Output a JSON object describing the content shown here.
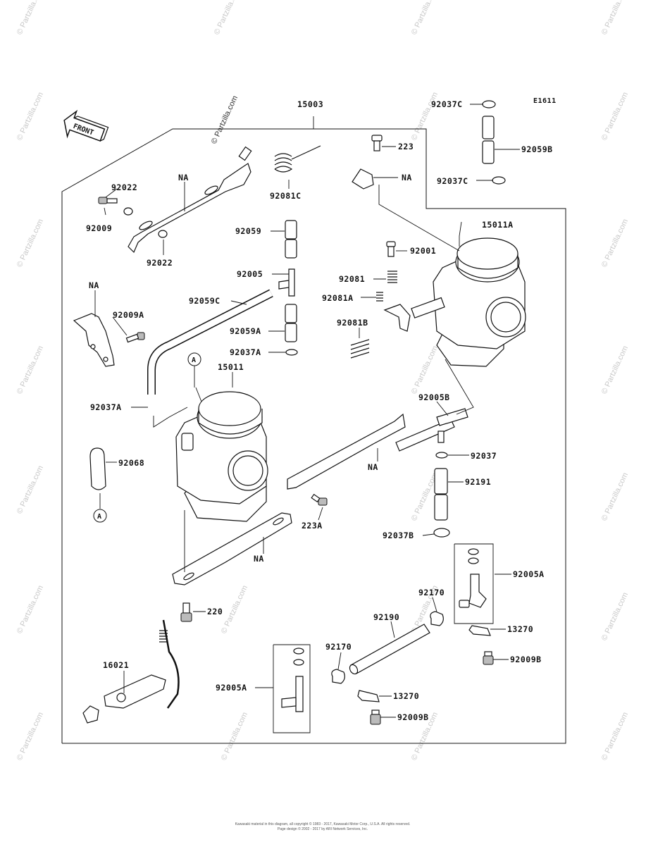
{
  "diagram": {
    "code": "E1611",
    "assembly_label": "15003",
    "front_label": "FRONT",
    "watermark_center": "© Partzilla.com",
    "watermark_side": "© Partzilla.com",
    "footer_line1": "Kawasaki material in this diagram, all copyright © 1983 - 2017, Kawasaki Motor Corp., U.S.A. All rights reserved.",
    "footer_line2": "Page design © 2002 - 2017 by ARI Network Services, Inc."
  },
  "parts": [
    {
      "id": "p-92037C-top",
      "label": "92037C"
    },
    {
      "id": "p-92059B",
      "label": "92059B"
    },
    {
      "id": "p-92037C-mid",
      "label": "92037C"
    },
    {
      "id": "p-223",
      "label": "223"
    },
    {
      "id": "p-NA-bracket-top",
      "label": "NA"
    },
    {
      "id": "p-92081C",
      "label": "92081C"
    },
    {
      "id": "p-NA-plate",
      "label": "NA"
    },
    {
      "id": "p-92022-top",
      "label": "92022"
    },
    {
      "id": "p-92009",
      "label": "92009"
    },
    {
      "id": "p-92022-bottom",
      "label": "92022"
    },
    {
      "id": "p-92059",
      "label": "92059"
    },
    {
      "id": "p-15011A",
      "label": "15011A"
    },
    {
      "id": "p-92001",
      "label": "92001"
    },
    {
      "id": "p-92005",
      "label": "92005"
    },
    {
      "id": "p-92081",
      "label": "92081"
    },
    {
      "id": "p-NA-left",
      "label": "NA"
    },
    {
      "id": "p-92059C",
      "label": "92059C"
    },
    {
      "id": "p-92081A",
      "label": "92081A"
    },
    {
      "id": "p-92009A",
      "label": "92009A"
    },
    {
      "id": "p-92081B",
      "label": "92081B"
    },
    {
      "id": "p-92059A",
      "label": "92059A"
    },
    {
      "id": "p-92037A-mid",
      "label": "92037A"
    },
    {
      "id": "p-15011",
      "label": "15011"
    },
    {
      "id": "p-92005B",
      "label": "92005B"
    },
    {
      "id": "p-92037A-left",
      "label": "92037A"
    },
    {
      "id": "p-92037",
      "label": "92037"
    },
    {
      "id": "p-92068",
      "label": "92068"
    },
    {
      "id": "p-NA-rail",
      "label": "NA"
    },
    {
      "id": "p-92191",
      "label": "92191"
    },
    {
      "id": "p-223A",
      "label": "223A"
    },
    {
      "id": "p-92037B",
      "label": "92037B"
    },
    {
      "id": "p-NA-lower",
      "label": "NA"
    },
    {
      "id": "p-92005A-right",
      "label": "92005A"
    },
    {
      "id": "p-92170-right",
      "label": "92170"
    },
    {
      "id": "p-220",
      "label": "220"
    },
    {
      "id": "p-92190",
      "label": "92190"
    },
    {
      "id": "p-13270-right",
      "label": "13270"
    },
    {
      "id": "p-92009B-right",
      "label": "92009B"
    },
    {
      "id": "p-92170-left",
      "label": "92170"
    },
    {
      "id": "p-16021",
      "label": "16021"
    },
    {
      "id": "p-92005A-left",
      "label": "92005A"
    },
    {
      "id": "p-13270-left",
      "label": "13270"
    },
    {
      "id": "p-92009B-left",
      "label": "92009B"
    }
  ],
  "callouts": [
    {
      "id": "callout-a-top",
      "label": "A"
    },
    {
      "id": "callout-a-bottom",
      "label": "A"
    }
  ]
}
